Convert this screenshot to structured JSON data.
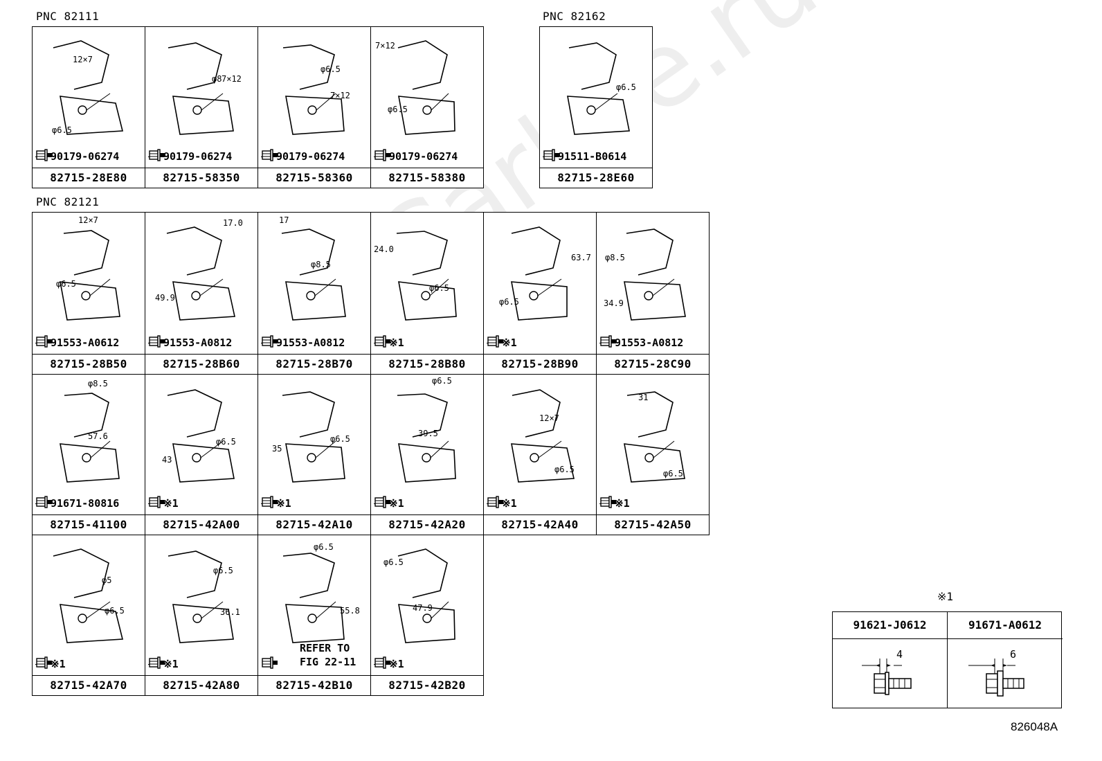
{
  "watermark": "ToyotaCarline.ru",
  "groups": {
    "pnc_82111": "PNC 82111",
    "pnc_82162": "PNC 82162",
    "pnc_82121": "PNC 82121"
  },
  "cells": [
    {
      "part": "82715-28E80",
      "fastener": "90179-06274",
      "dims": [
        "12×7",
        "φ6.5"
      ]
    },
    {
      "part": "82715-58350",
      "fastener": "90179-06274",
      "dims": [
        "φ8",
        "7×12"
      ]
    },
    {
      "part": "82715-58360",
      "fastener": "90179-06274",
      "dims": [
        "φ6.5",
        "7×12"
      ]
    },
    {
      "part": "82715-58380",
      "fastener": "90179-06274",
      "dims": [
        "7×12",
        "φ6.5"
      ]
    },
    {
      "part": "82715-28E60",
      "fastener": "91511-B0614",
      "dims": [
        "φ6.5"
      ]
    },
    {
      "part": "82715-28B50",
      "fastener": "91553-A0612",
      "dims": [
        "12×7",
        "φ6.5"
      ]
    },
    {
      "part": "82715-28B60",
      "fastener": "91553-A0812",
      "dims": [
        "17.0",
        "49.9"
      ]
    },
    {
      "part": "82715-28B70",
      "fastener": "91553-A0812",
      "dims": [
        "17",
        "φ8.5"
      ]
    },
    {
      "part": "82715-28B80",
      "fastener": "※1",
      "dims": [
        "24.0",
        "φ6.5"
      ]
    },
    {
      "part": "82715-28B90",
      "fastener": "※1",
      "dims": [
        "63.7",
        "φ6.5"
      ]
    },
    {
      "part": "82715-28C90",
      "fastener": "91553-A0812",
      "dims": [
        "φ8.5",
        "34.9"
      ]
    },
    {
      "part": "82715-41100",
      "fastener": "91671-80816",
      "dims": [
        "φ8.5",
        "57.6"
      ]
    },
    {
      "part": "82715-42A00",
      "fastener": "※1",
      "dims": [
        "φ6.5",
        "43"
      ]
    },
    {
      "part": "82715-42A10",
      "fastener": "※1",
      "dims": [
        "φ6.5",
        "35"
      ]
    },
    {
      "part": "82715-42A20",
      "fastener": "※1",
      "dims": [
        "φ6.5",
        "39.5"
      ]
    },
    {
      "part": "82715-42A40",
      "fastener": "※1",
      "dims": [
        "12×7",
        "φ6.5"
      ]
    },
    {
      "part": "82715-42A50",
      "fastener": "※1",
      "dims": [
        "31",
        "φ6.5"
      ]
    },
    {
      "part": "82715-42A70",
      "fastener": "※1",
      "dims": [
        "φ5",
        "φ6.5"
      ]
    },
    {
      "part": "82715-42A80",
      "fastener": "※1",
      "dims": [
        "φ6.5",
        "36.1"
      ]
    },
    {
      "part": "82715-42B10",
      "fastener": "",
      "dims": [
        "φ6.5",
        "55.8"
      ],
      "refer": [
        "REFER TO",
        "FIG 22-11"
      ]
    },
    {
      "part": "82715-42B20",
      "fastener": "※1",
      "dims": [
        "φ6.5",
        "47.9"
      ]
    }
  ],
  "legend": {
    "title": "※1",
    "items": [
      {
        "part": "91621-J0612",
        "dim": "4"
      },
      {
        "part": "91671-A0612",
        "dim": "6"
      }
    ]
  },
  "diagram_code": "826048A"
}
